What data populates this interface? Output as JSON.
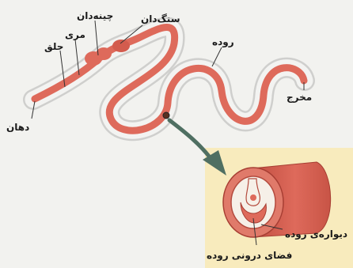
{
  "labels": {
    "mouth": "دهان",
    "pharynx": "حلق",
    "esophagus": "مری",
    "crop": "چینه‌دان",
    "gizzard": "سنگ‌دان",
    "intestine": "روده",
    "anus": "مخرج",
    "intestine_wall": "دیواره‌ی روده",
    "intestine_lumen": "فضای درونی روده"
  },
  "colors": {
    "background": "#f2f2ef",
    "inset_background": "#f8ebbd",
    "worm_outer": "#cfcfcd",
    "worm_body": "#f3f3f1",
    "gut": "#de6a5b",
    "gut_dark": "#b8473a",
    "arrow": "#4f6f62"
  }
}
